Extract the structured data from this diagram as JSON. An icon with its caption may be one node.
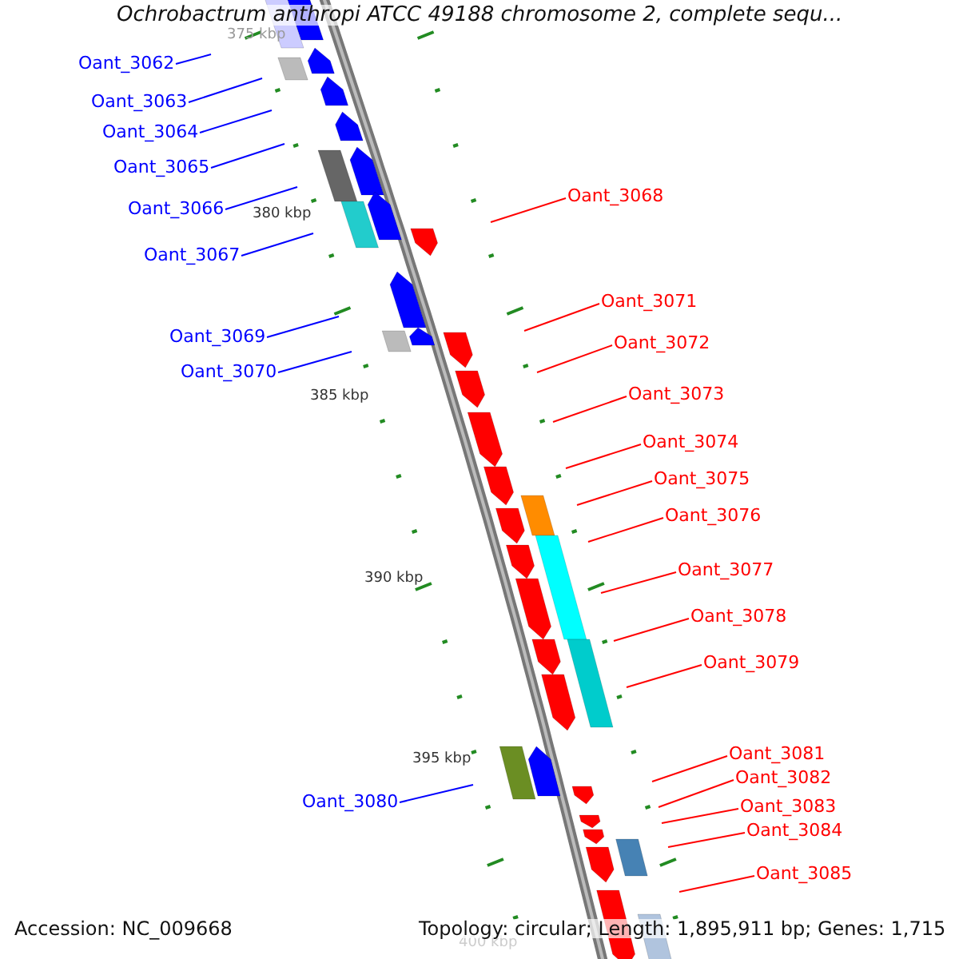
{
  "diagram": {
    "title": "Ochrobactrum anthropi ATCC 49188 chromosome 2, complete sequ...",
    "nodes": [
      {
        "text": [
          "Oant_3062"
        ]
      },
      {
        "text": [
          "Oant_3063"
        ]
      },
      {
        "text": [
          "Oant_3064"
        ]
      },
      {
        "text": [
          "Oant_3065"
        ]
      },
      {
        "text": [
          "Oant_3066"
        ]
      },
      {
        "text": [
          "Oant_3067"
        ]
      },
      {
        "text": [
          "Oant_3068"
        ]
      },
      {
        "text": [
          "Oant_3069"
        ]
      },
      {
        "text": [
          "Oant_3070"
        ]
      },
      {
        "text": [
          "Oant_3071"
        ]
      },
      {
        "text": [
          "Oant_3072"
        ]
      },
      {
        "text": [
          "Oant_3073"
        ]
      },
      {
        "text": [
          "Oant_3074"
        ]
      },
      {
        "text": [
          "Oant_3075"
        ]
      },
      {
        "text": [
          "Oant_3076"
        ]
      },
      {
        "text": [
          "Oant_3077"
        ]
      },
      {
        "text": [
          "Oant_3078"
        ]
      },
      {
        "text": [
          "Oant_3079"
        ]
      },
      {
        "text": [
          "Oant_3080"
        ]
      },
      {
        "text": [
          "Oant_3081"
        ]
      },
      {
        "text": [
          "Oant_3082"
        ]
      },
      {
        "text": [
          "Oant_3083"
        ]
      },
      {
        "text": [
          "Oant_3084"
        ]
      },
      {
        "text": [
          "Oant_3085"
        ]
      }
    ],
    "edges": [
      {
        "from": 0,
        "to": null,
        "arrow": "none",
        "color": "#0000ff"
      },
      {
        "from": 1,
        "to": null,
        "arrow": "none",
        "color": "#0000ff"
      },
      {
        "from": 2,
        "to": null,
        "arrow": "none",
        "color": "#0000ff"
      },
      {
        "from": 3,
        "to": null,
        "arrow": "none",
        "color": "#0000ff"
      },
      {
        "from": 4,
        "to": null,
        "arrow": "none",
        "color": "#0000ff"
      },
      {
        "from": 5,
        "to": null,
        "arrow": "none",
        "color": "#0000ff"
      },
      {
        "from": 6,
        "to": null,
        "arrow": "none"
      },
      {
        "from": 7,
        "to": null,
        "arrow": "none",
        "color": "#0000ff"
      },
      {
        "from": 8,
        "to": null,
        "arrow": "none",
        "color": "#0000ff"
      },
      {
        "from": 9,
        "to": null,
        "arrow": "none"
      },
      {
        "from": 10,
        "to": null,
        "arrow": "none"
      },
      {
        "from": 11,
        "to": null,
        "arrow": "none"
      },
      {
        "from": 12,
        "to": null,
        "arrow": "none"
      },
      {
        "from": 13,
        "to": null,
        "arrow": "none"
      },
      {
        "from": 14,
        "to": null,
        "arrow": "none"
      },
      {
        "from": 15,
        "to": null,
        "arrow": "none"
      },
      {
        "from": 16,
        "to": null,
        "arrow": "none"
      },
      {
        "from": 17,
        "to": null,
        "arrow": "none"
      },
      {
        "from": 18,
        "to": null,
        "arrow": "none",
        "color": "#0000ff"
      },
      {
        "from": 19,
        "to": null,
        "arrow": "none"
      },
      {
        "from": 20,
        "to": null,
        "arrow": "none"
      },
      {
        "from": 21,
        "to": null,
        "arrow": "none"
      },
      {
        "from": 22,
        "to": null,
        "arrow": "none"
      },
      {
        "from": 23,
        "to": null,
        "arrow": "none"
      }
    ],
    "labels": [
      "375 kbp",
      "380 kbp",
      "385 kbp",
      "390 kbp",
      "395 kbp",
      "400 kbp",
      "Accession: NC_009668",
      "Topology: circular; Length: 1,895,911 bp; Genes: 1,715"
    ]
  }
}
